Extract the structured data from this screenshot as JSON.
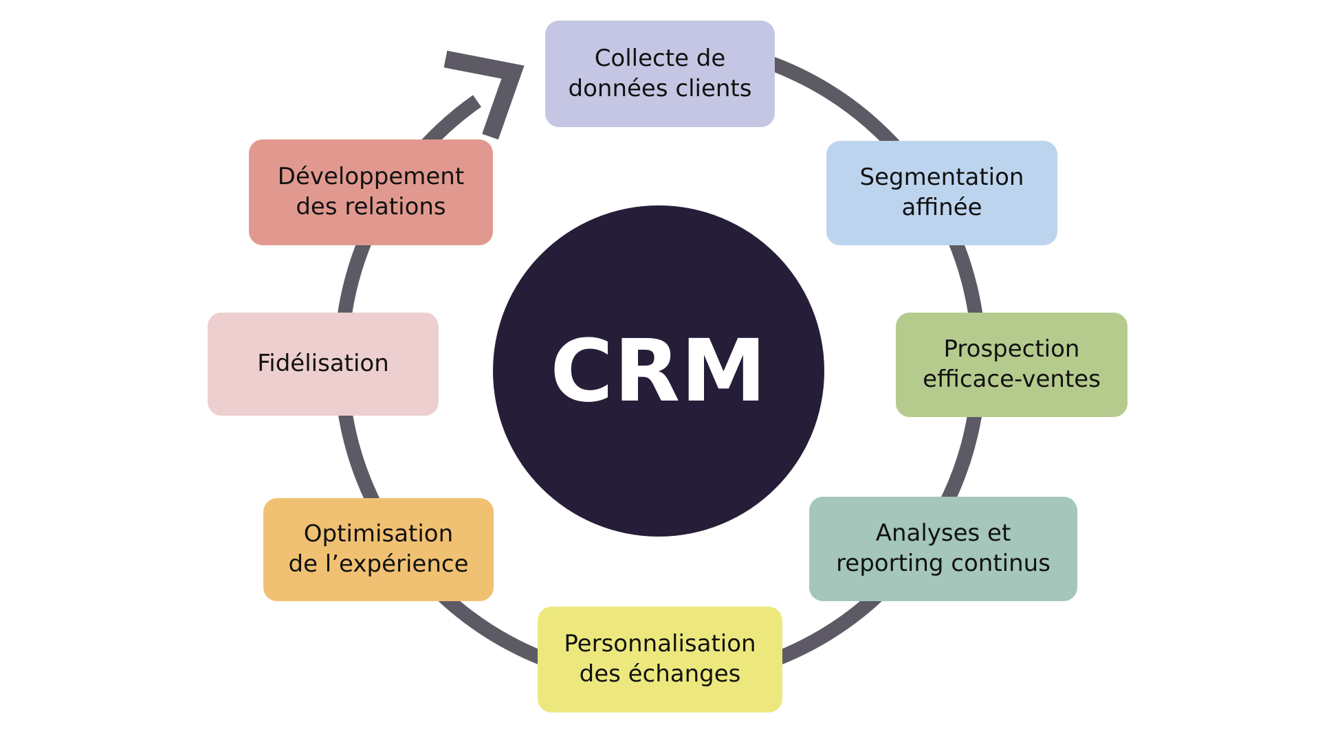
{
  "background_color": "#ffffff",
  "center": {
    "label": "CRM",
    "bg_color": "#261e38",
    "text_color": "#ffffff"
  },
  "ring": {
    "color": "#5d5a66"
  },
  "cycle": {
    "steps": [
      {
        "id": "collecte-donnees-clients",
        "label": "Collecte de\ndonnées clients",
        "color": "#c5c6e3"
      },
      {
        "id": "segmentation-affinee",
        "label": "Segmentation\naffinée",
        "color": "#bdd4ee"
      },
      {
        "id": "prospection-efficace-ventes",
        "label": "Prospection\nefficace-ventes",
        "color": "#b5cb8e"
      },
      {
        "id": "analyses-reporting-continus",
        "label": "Analyses et\nreporting continus",
        "color": "#a4c6bb"
      },
      {
        "id": "personnalisation-echanges",
        "label": "Personnalisation\ndes échanges",
        "color": "#ece87e"
      },
      {
        "id": "optimisation-experience",
        "label": "Optimisation\nde l’expérience",
        "color": "#f0c172"
      },
      {
        "id": "fidelisation",
        "label": "Fidélisation",
        "color": "#eccfce"
      },
      {
        "id": "developpement-relations",
        "label": "Développement\ndes relations",
        "color": "#e1998f"
      }
    ]
  }
}
